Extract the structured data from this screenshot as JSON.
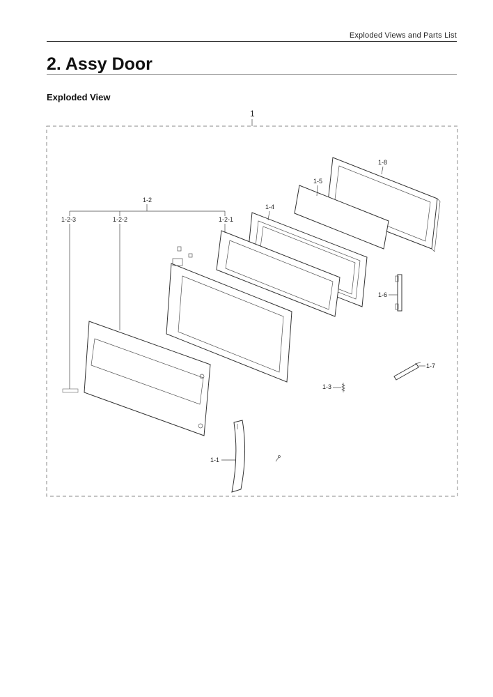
{
  "header": {
    "label": "Exploded Views and Parts List"
  },
  "page": {
    "title": "2.  Assy Door",
    "section": "Exploded View"
  },
  "callouts": {
    "assembly": "1",
    "c1_8": "1-8",
    "c1_5": "1-5",
    "c1_4": "1-4",
    "c1_2": "1-2",
    "c1_2_3": "1-2-3",
    "c1_2_2": "1-2-2",
    "c1_2_1": "1-2-1",
    "c1_6": "1-6",
    "c1_7": "1-7",
    "c1_3": "1-3",
    "c1_1": "1-1"
  },
  "colors": {
    "line": "#333333",
    "frame": "#888888"
  }
}
